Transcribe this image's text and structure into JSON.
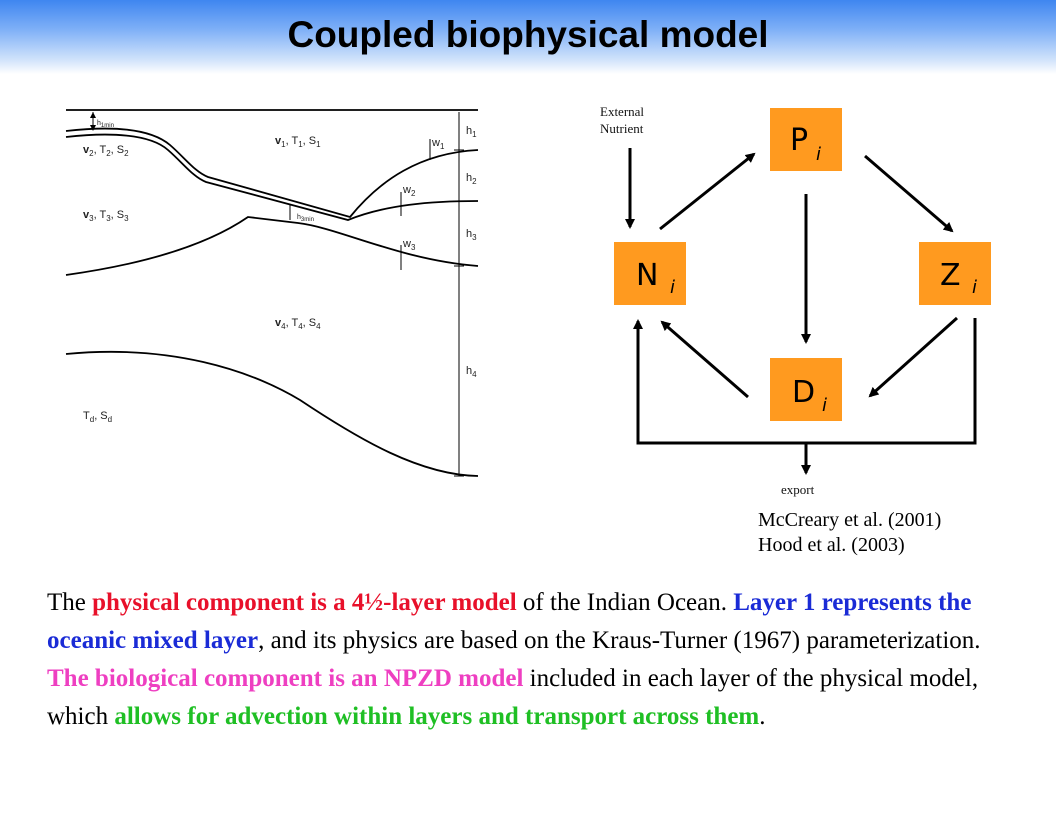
{
  "title": "Coupled biophysical model",
  "layer_diagram": {
    "labels": {
      "h1min": [
        "h",
        "1min"
      ],
      "h3min": [
        "h",
        "3min"
      ],
      "layer1": [
        "v",
        "1",
        ", T",
        "1",
        ", S",
        "1"
      ],
      "layer2": [
        "v",
        "2",
        ", T",
        "2",
        ", S",
        "2"
      ],
      "layer3": [
        "v",
        "3",
        ", T",
        "3",
        ", S",
        "3"
      ],
      "layer4": [
        "v",
        "4",
        ", T",
        "4",
        ", S",
        "4"
      ],
      "deep": [
        "T",
        "d",
        ", S",
        "d"
      ],
      "h1": [
        "h",
        "1"
      ],
      "h2": [
        "h",
        "2"
      ],
      "h3": [
        "h",
        "3"
      ],
      "h4": [
        "h",
        "4"
      ],
      "w1": [
        "w",
        "1"
      ],
      "w2": [
        "w",
        "2"
      ],
      "w3": [
        "w",
        "3"
      ]
    }
  },
  "npzd": {
    "external_label_line1": "External",
    "external_label_line2": "Nutrient",
    "export_label": "export",
    "boxes": {
      "P": {
        "letter": "P",
        "sub": "i"
      },
      "N": {
        "letter": "N",
        "sub": "i"
      },
      "Z": {
        "letter": "Z",
        "sub": "i"
      },
      "D": {
        "letter": "D",
        "sub": "i"
      }
    },
    "box_color": "#ff9a1f"
  },
  "citations": [
    "McCreary et al. (2001)",
    "Hood et al. (2003)"
  ],
  "paragraph": {
    "p1": "The ",
    "p2": "physical component is a 4½-layer model",
    "p3": " of the Indian Ocean.  ",
    "p4": "Layer 1 represents the oceanic mixed layer",
    "p5": ", and its physics are based on the Kraus-Turner (1967) parameterization.  ",
    "p6": "The biological component is an NPZD model",
    "p7": " included in each layer of the physical model, which ",
    "p8": "allows for advection within layers and transport across them",
    "p9": "."
  },
  "colors": {
    "red": "#e8102a",
    "blue": "#1a2bd6",
    "pink": "#ee3fc1",
    "green": "#1fbf24"
  }
}
